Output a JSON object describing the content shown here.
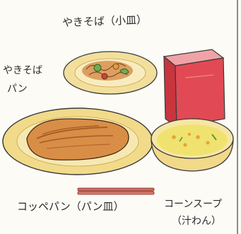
{
  "labels": {
    "yakisoba_small_plate": "やきそば（小皿）",
    "yakisoba_pan_line1": "やきそば",
    "yakisoba_pan_line2": "パン",
    "koppepan_pan_plate": "コッペパン（パン皿）",
    "corn_soup_line1": "コーンスープ",
    "corn_soup_line2": "（汁わん）"
  },
  "colors": {
    "plate_rim": "#f0d98c",
    "plate_inner": "#f7e9b5",
    "bread": "#d9924a",
    "bread_dark": "#b5672c",
    "milk_carton": "#e14a54",
    "soup": "#f3e68a",
    "chopsticks": "#cf6b5c",
    "veggie_green": "#6fae56"
  }
}
